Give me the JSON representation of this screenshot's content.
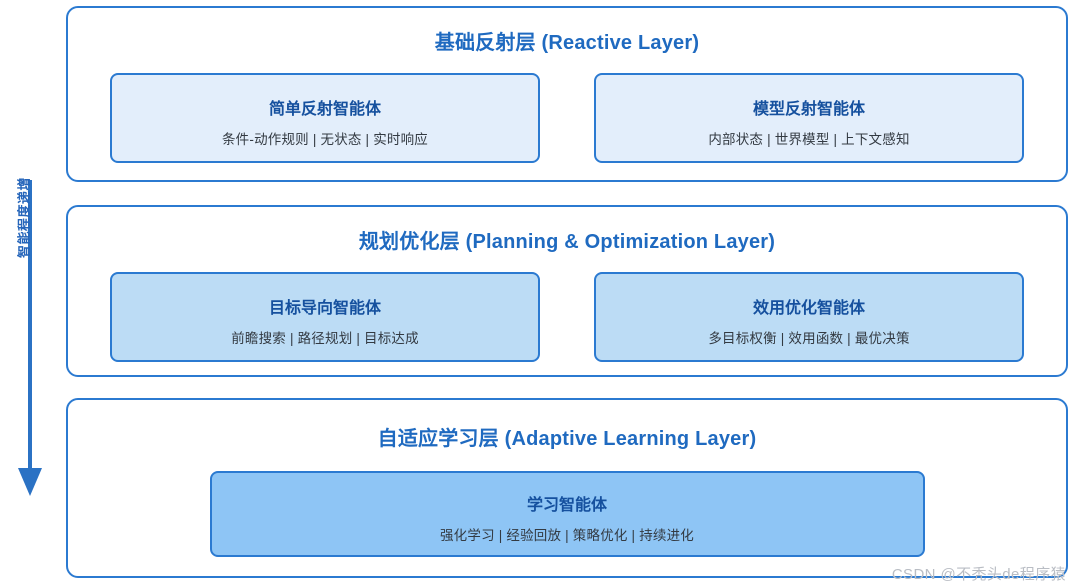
{
  "axis": {
    "label": "智能程度递增",
    "arrow_icon": "down-arrow-icon",
    "color": "#2b72c4"
  },
  "colors": {
    "container_border": "#2b7ad1",
    "layer_title": "#1f6ac0",
    "card_title": "#15509e",
    "card_subtitle": "#333a42",
    "tone_1_fill": "#e3eefb",
    "tone_2_fill": "#bcdcf5",
    "tone_3_fill": "#8ec5f5",
    "watermark": "#b9bdc4"
  },
  "layers": [
    {
      "title": "基础反射层 (Reactive Layer)",
      "tone": "tone-1",
      "cards": [
        {
          "title": "简单反射智能体",
          "subtitle": "条件-动作规则 | 无状态 | 实时响应"
        },
        {
          "title": "模型反射智能体",
          "subtitle": "内部状态 | 世界模型 | 上下文感知"
        }
      ]
    },
    {
      "title": "规划优化层 (Planning & Optimization Layer)",
      "tone": "tone-2",
      "cards": [
        {
          "title": "目标导向智能体",
          "subtitle": "前瞻搜索 | 路径规划 | 目标达成"
        },
        {
          "title": "效用优化智能体",
          "subtitle": "多目标权衡 | 效用函数 | 最优决策"
        }
      ]
    },
    {
      "title": "自适应学习层 (Adaptive Learning Layer)",
      "tone": "tone-3",
      "cards": [
        {
          "title": "学习智能体",
          "subtitle": "强化学习 | 经验回放 | 策略优化 | 持续进化"
        }
      ]
    }
  ],
  "watermark": "CSDN @不秃头de程序猿"
}
